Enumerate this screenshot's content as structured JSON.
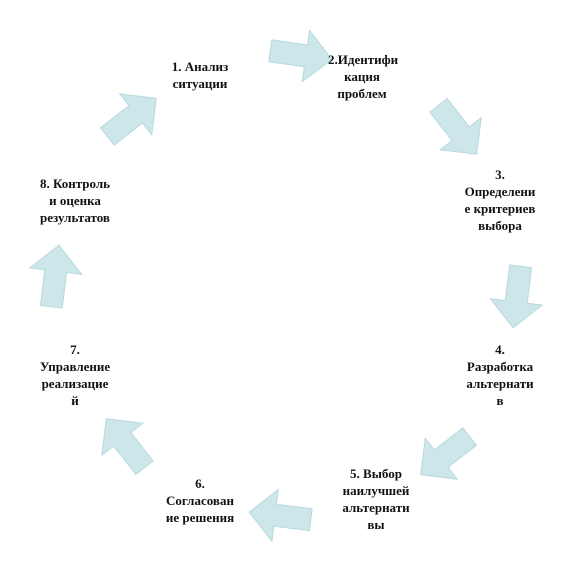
{
  "diagram": {
    "type": "cycle",
    "arrow_color": "#cce6ea",
    "steps": [
      "1. Анализ\nситуации",
      "2.Идентифи\nкация\nпроблем",
      "3.\nОпределени\nе критериев\nвыбора",
      "4.\nРазработка\nальтернати\nв",
      "5. Выбор\nнаилучшей\nальтернати\nвы",
      "6.\nСогласован\nие решения",
      "7.\nУправление\nреализацие\nй",
      "8. Контроль\nи оценка\nрезультатов"
    ]
  }
}
